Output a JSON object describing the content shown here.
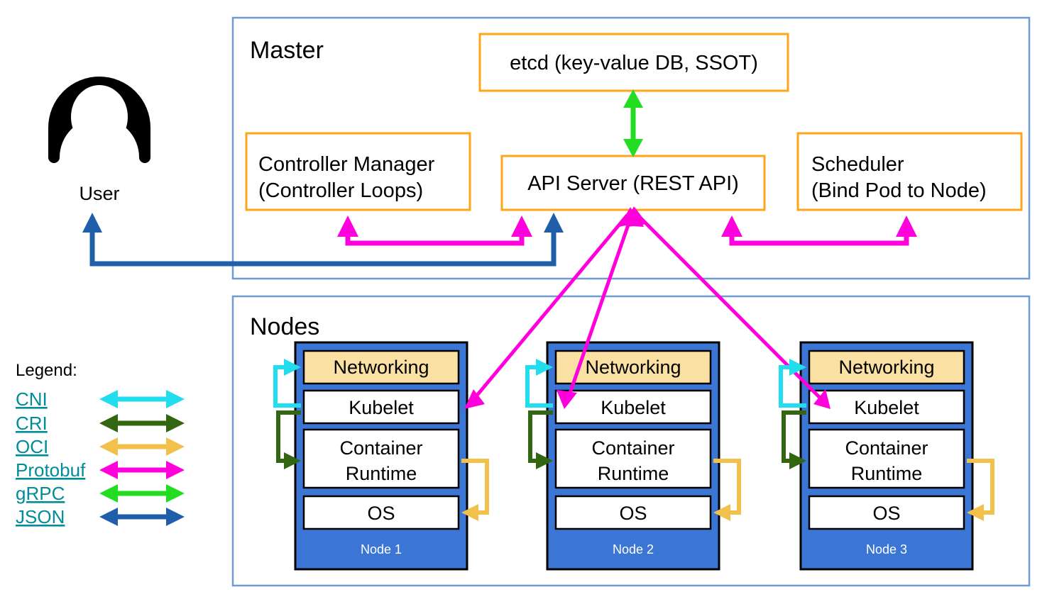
{
  "diagram": {
    "title_hidden": "Kubernetes cluster architecture",
    "zones": [
      {
        "id": "master",
        "label": "Master"
      },
      {
        "id": "nodes",
        "label": "Nodes"
      }
    ],
    "actor": {
      "label": "User",
      "icon": "user-avatar-icon"
    },
    "master_components": [
      {
        "id": "etcd",
        "label": "etcd (key-value DB, SSOT)"
      },
      {
        "id": "controller-manager",
        "line1": "Controller Manager",
        "line2": "(Controller Loops)"
      },
      {
        "id": "api-server",
        "label": "API Server (REST API)"
      },
      {
        "id": "scheduler",
        "line1": "Scheduler",
        "line2": "(Bind Pod to Node)"
      }
    ],
    "node_tier_labels": {
      "networking": "Networking",
      "kubelet": "Kubelet",
      "container_runtime_line1": "Container",
      "container_runtime_line2": "Runtime",
      "os": "OS"
    },
    "nodes": [
      {
        "id": "node-1",
        "label": "Node 1"
      },
      {
        "id": "node-2",
        "label": "Node 2"
      },
      {
        "id": "node-3",
        "label": "Node 3"
      }
    ],
    "legend": {
      "title": "Legend:",
      "items": [
        {
          "label": "CNI",
          "color": "#22DDEE"
        },
        {
          "label": "CRI",
          "color": "#336611"
        },
        {
          "label": "OCI",
          "color": "#F2C14B"
        },
        {
          "label": "Protobuf",
          "color": "#FF00DD"
        },
        {
          "label": "gRPC",
          "color": "#22DD22"
        },
        {
          "label": "JSON",
          "color": "#1F5FA9"
        }
      ]
    },
    "colors": {
      "zone_border": "#6E9BD1",
      "component_border": "#FFA41B",
      "node_fill": "#3B76D4",
      "node_border": "#000000",
      "tier_fill": "#FFFFFF",
      "networking_fill": "#FAE0A3",
      "legend_link": "#008C99",
      "text": "#000000"
    }
  }
}
